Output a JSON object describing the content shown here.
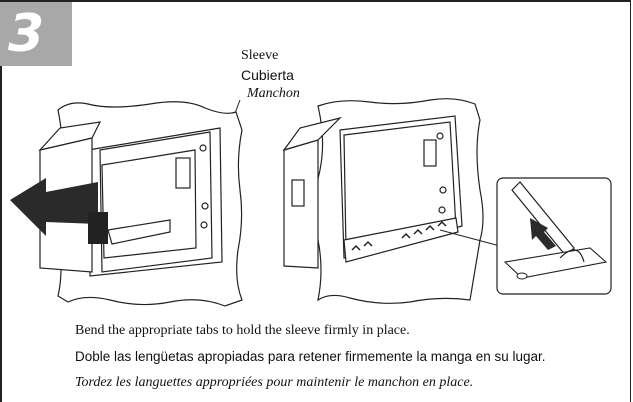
{
  "step": {
    "number": "3"
  },
  "callout": {
    "en": "Sleeve",
    "es": "Cubierta",
    "fr": "Manchon"
  },
  "captions": {
    "en": "Bend the appropriate tabs to hold the sleeve firmly in place.",
    "es": "Doble las lengüetas apropiadas para retener firmemente la manga en su lugar.",
    "fr": "Tordez les languettes appropriées pour maintenir le manchon en place."
  },
  "colors": {
    "step_box": "#a8a8a8",
    "arrow": "#2a2a2a",
    "line": "#222222"
  }
}
